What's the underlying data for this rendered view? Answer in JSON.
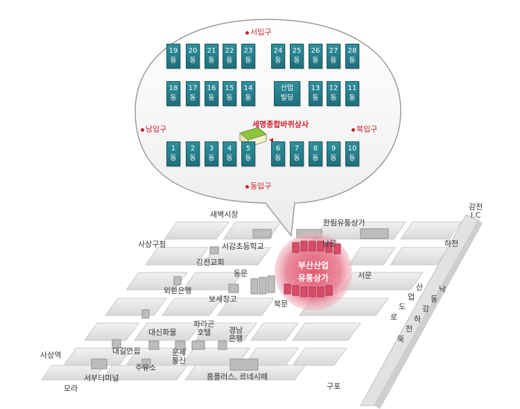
{
  "bubble": {
    "gates": {
      "west": "서입구",
      "south": "남입구",
      "north": "북입구",
      "east": "동입구"
    },
    "store_name": "세명종합바퀴상사",
    "row_top": [
      "19\n동",
      "20\n동",
      "21\n동",
      "22\n동",
      "23\n동",
      "24\n동",
      "25\n동",
      "26\n동",
      "27\n동",
      "28\n동"
    ],
    "row_mid": [
      "18\n동",
      "17\n동",
      "16\n동",
      "15\n동",
      "14\n동",
      "산업\n빌딩",
      "13\n동",
      "12\n동",
      "11\n동"
    ],
    "row_bottom": [
      "1\n동",
      "2\n동",
      "3\n동",
      "4\n동",
      "5\n동",
      "6\n동",
      "7\n동",
      "8\n동",
      "9\n동",
      "10\n동"
    ]
  },
  "map": {
    "center": "부산산업\n유통상가",
    "labels": {
      "saebyeok": "새벽시장",
      "hallim": "한림유통상가",
      "gamjeon_ic": "감전\nI.C",
      "sasang_gu": "사상구청",
      "seogam": "서감초등학교",
      "nammun": "남문",
      "hacheon": "하천",
      "gamjeon_church": "감전교회",
      "dongmun": "동문",
      "seomun": "서문",
      "oehwan": "외환은행",
      "bose": "보세창고",
      "bukmun": "북문",
      "paragon": "파라곤\n호텔",
      "gyeongnam": "경남\n은행",
      "daeshin": "대신화물",
      "daegil": "대길안집",
      "unse": "운세\n통신",
      "sasang_station": "사상역",
      "gas": "주유소",
      "terminal": "서부터미널",
      "homeplus": "홈플러스, 르네시떼",
      "mora": "모라",
      "gupo": "구포"
    },
    "river_left": [
      "로",
      "도",
      "업",
      "산"
    ],
    "river_right": [
      "뚝",
      "천",
      "하",
      "강",
      "동",
      "낙"
    ]
  }
}
